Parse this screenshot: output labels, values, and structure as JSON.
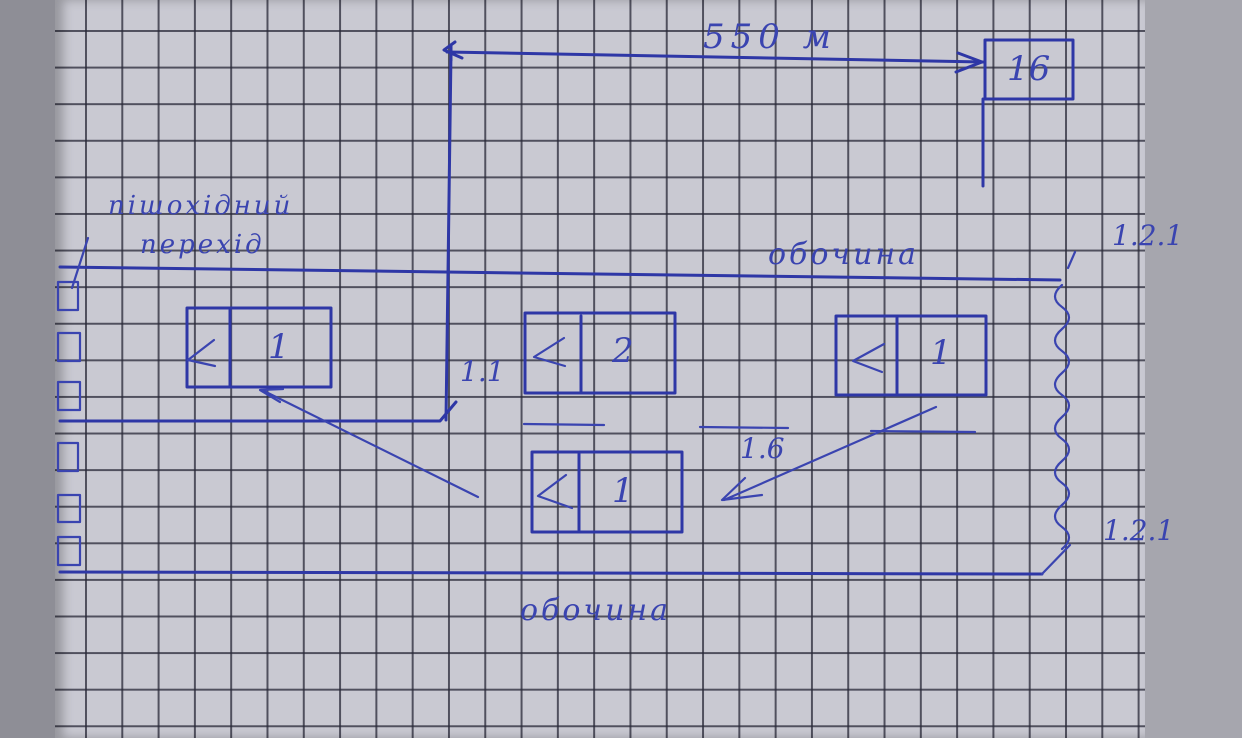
{
  "diagram": {
    "type": "hand-drawn road traffic scheme on graph paper",
    "ink_color": "#2e37a6",
    "paper_color": "#c9c9d2",
    "grid_color": "#2a2a38"
  },
  "distance": {
    "label": "550 м"
  },
  "sign": {
    "label": "16"
  },
  "crosswalk": {
    "label_line1": "пішохідний",
    "label_line2": "перехід"
  },
  "road": {
    "shoulder_top_label": "обочина",
    "shoulder_bottom_label": "обочина",
    "marking_top": "1.2.1",
    "marking_bottom": "1.2.1",
    "marking_center": "1.1",
    "marking_lane": "1.6"
  },
  "vehicles": [
    {
      "id": "vehicle-1-left",
      "number": "1",
      "direction": "<"
    },
    {
      "id": "vehicle-2",
      "number": "2",
      "direction": "<"
    },
    {
      "id": "vehicle-1-right",
      "number": "1",
      "direction": "<"
    },
    {
      "id": "vehicle-1-bottom",
      "number": "1",
      "direction": "<"
    }
  ]
}
